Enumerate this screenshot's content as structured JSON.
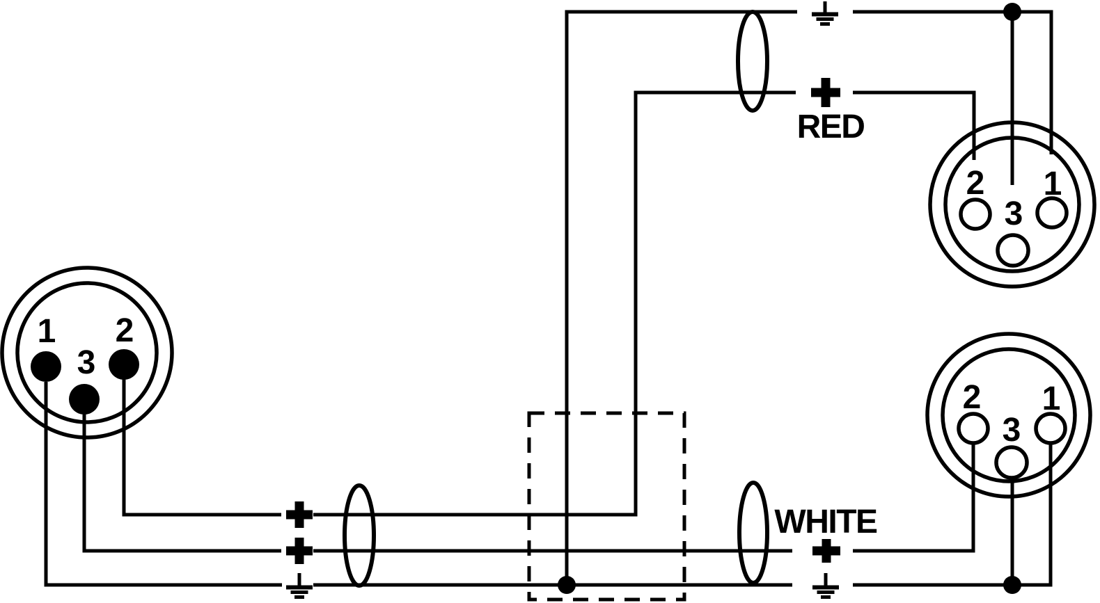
{
  "colors": {
    "background": "#ffffff",
    "line": "#000000"
  },
  "connectors": {
    "left_female": {
      "pin1_label": "1",
      "pin2_label": "2",
      "pin3_label": "3"
    },
    "top_right_male": {
      "pin1_label": "1",
      "pin2_label": "2",
      "pin3_label": "3"
    },
    "bottom_right_male": {
      "pin1_label": "1",
      "pin2_label": "2",
      "pin3_label": "3"
    }
  },
  "wires": {
    "red": {
      "label": "RED",
      "polarity": "+"
    },
    "white": {
      "label": "WHITE",
      "polarity": "+"
    }
  },
  "symbols": {
    "plus_icon": "+",
    "ground_icon": "earth-ground",
    "shield_icon": "cable-shield-ellipse"
  }
}
